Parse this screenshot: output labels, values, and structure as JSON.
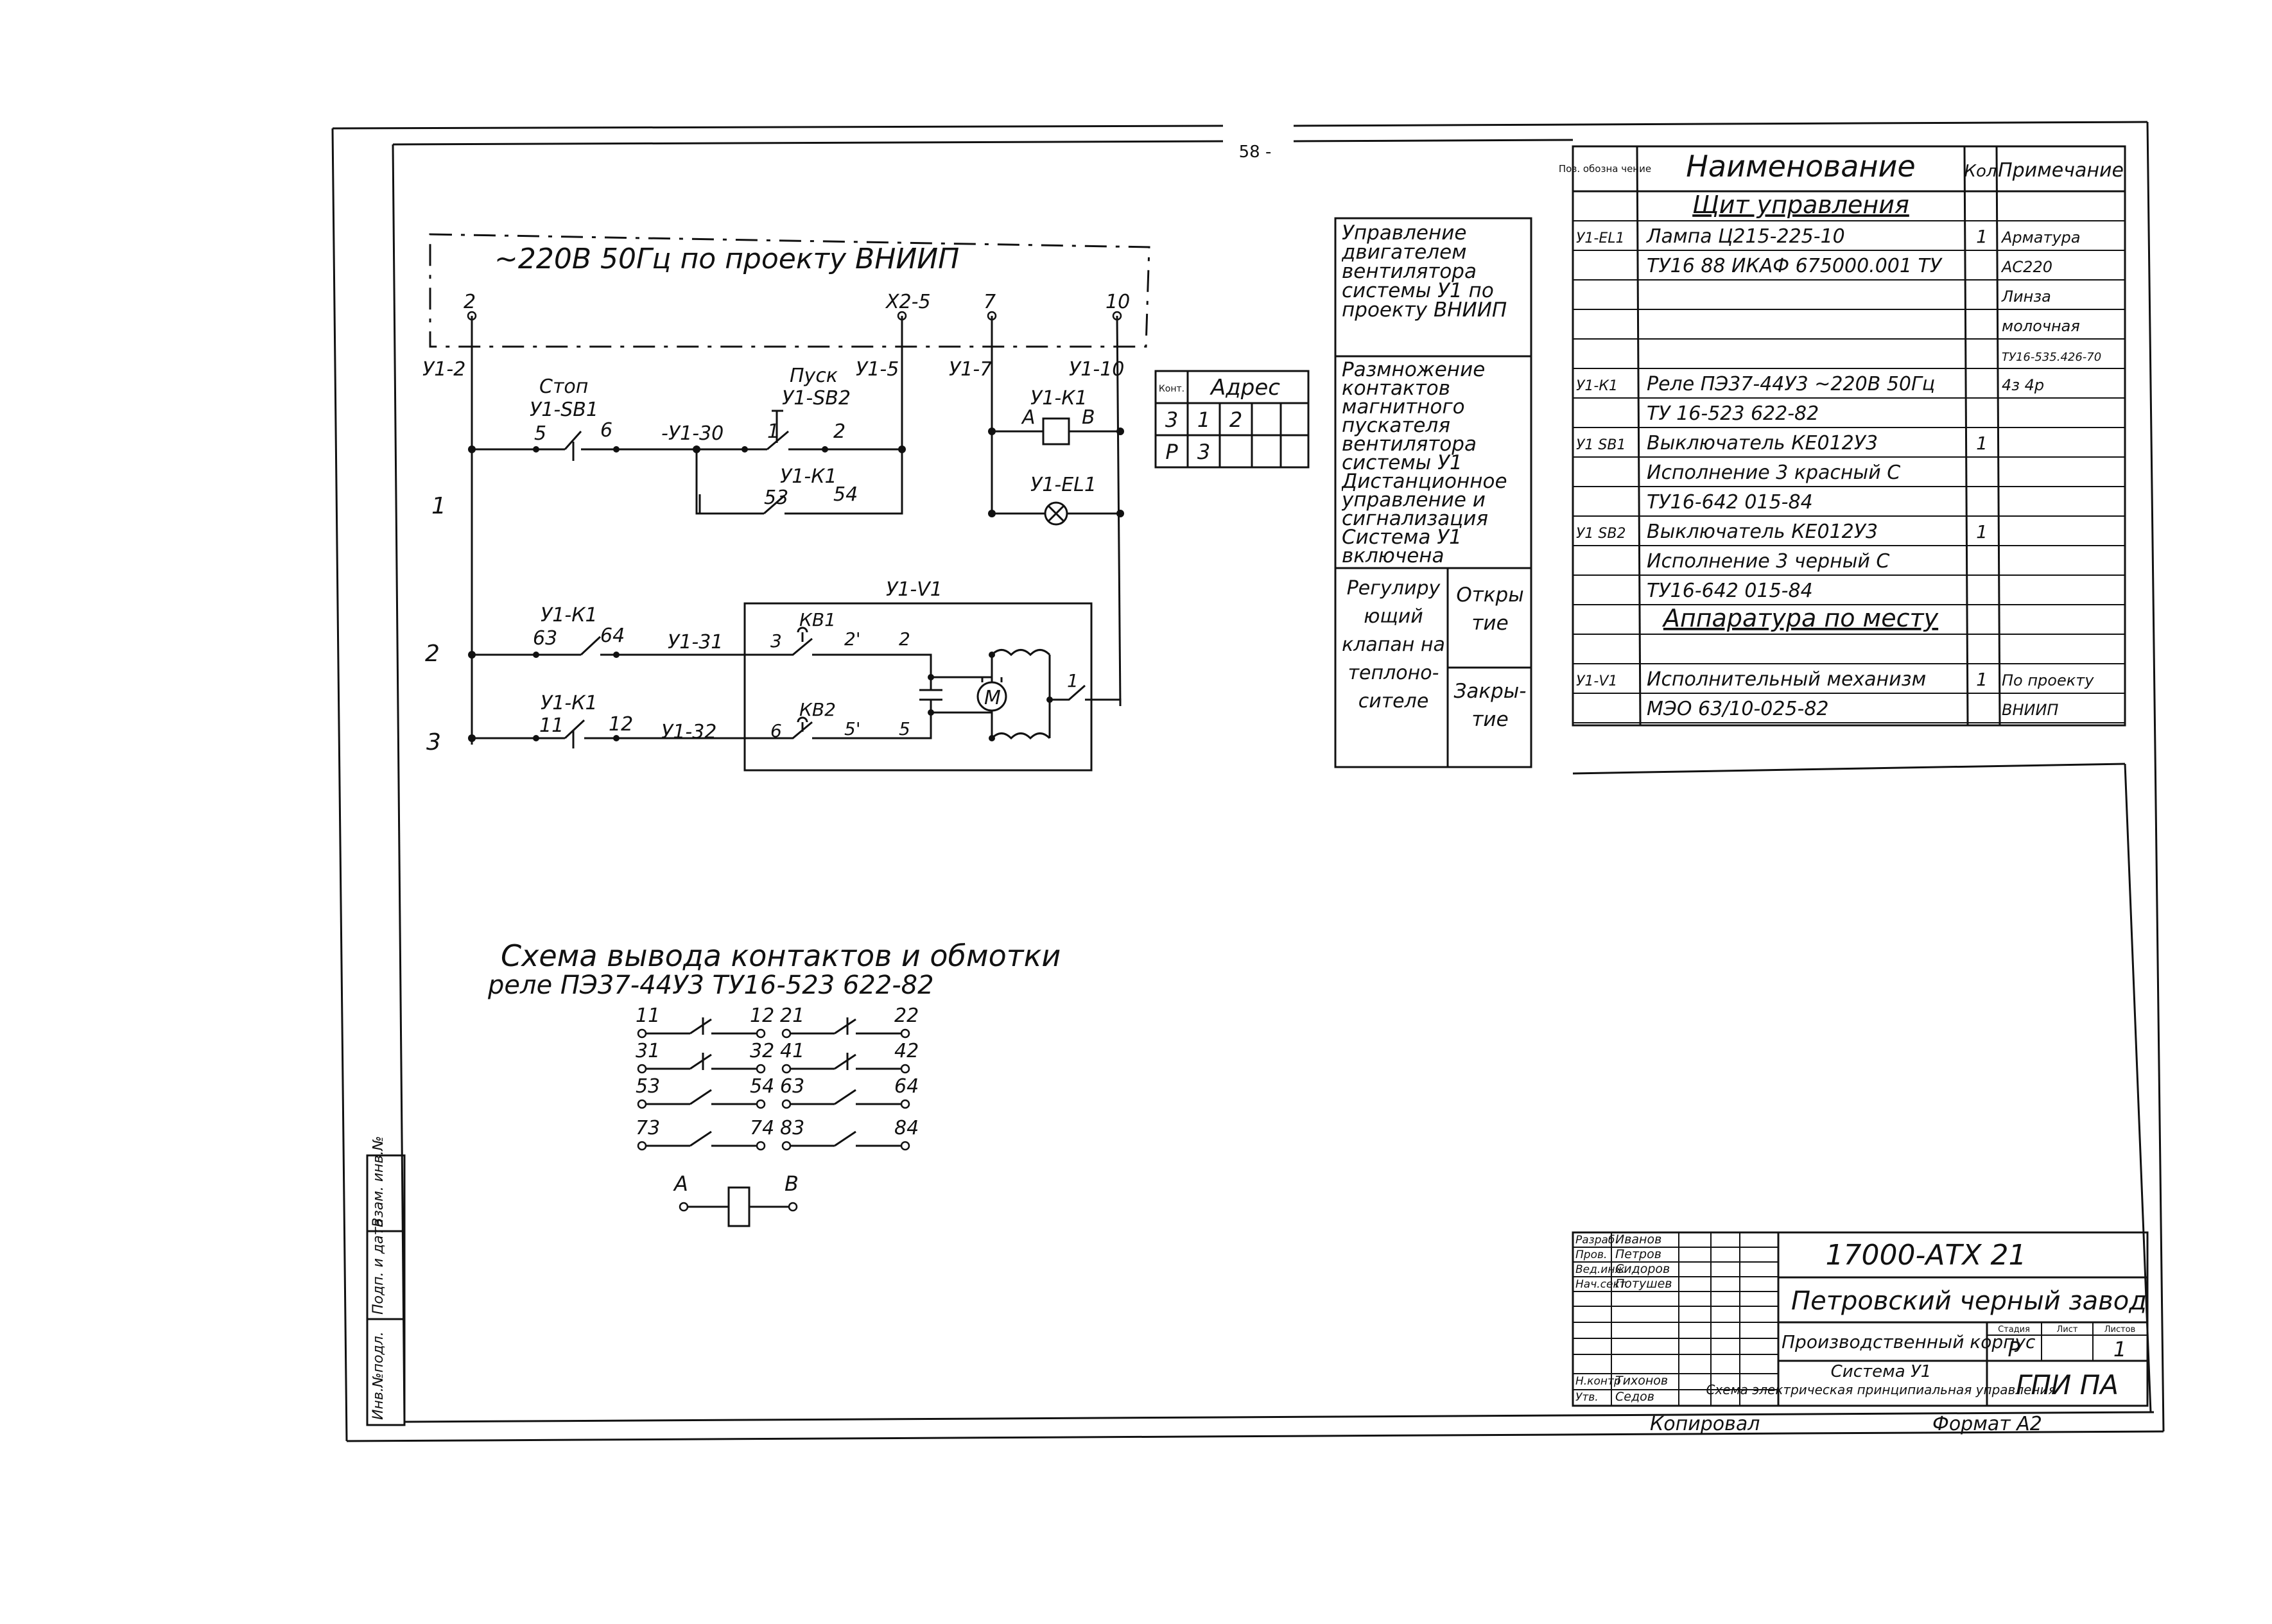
{
  "page_number": "58 -",
  "supply": {
    "title": "~220В 50Гц по проекту ВНИИП",
    "terminals": [
      "2",
      "Х2-5",
      "7",
      "10"
    ],
    "nodes": [
      "У1-2",
      "У1-5",
      "У1-7",
      "У1-10"
    ]
  },
  "rows": [
    "1",
    "2",
    "3"
  ],
  "circuit": {
    "stop_button": {
      "title": "Стоп",
      "ref": "У1-SB1",
      "pin_a": "5",
      "pin_b": "6"
    },
    "node_30": "-У1-30",
    "start_button": {
      "title": "Пуск",
      "ref": "У1-SB2",
      "pin_a": "1",
      "pin_b": "2"
    },
    "hold_contact": {
      "ref": "У1-К1",
      "pin_a": "53",
      "pin_b": "54"
    },
    "relay_coil": {
      "ref": "У1-К1",
      "pin_a": "А",
      "pin_b": "В"
    },
    "lamp": {
      "ref": "У1-ЕL1"
    },
    "row2_contact": {
      "ref": "У1-К1",
      "pin_a": "63",
      "pin_b": "64",
      "node": "У1-31"
    },
    "row3_contact": {
      "ref": "У1-К1",
      "pin_a": "11",
      "pin_b": "12",
      "node": "У1-32"
    },
    "actuator": {
      "ref": "У1-V1",
      "kb1": "КВ1",
      "kb2": "КВ2",
      "kb1_pins": [
        "3",
        "2'",
        "2"
      ],
      "kb2_pins": [
        "6",
        "5'",
        "5"
      ],
      "motor": "М",
      "out_pin": "1"
    }
  },
  "address_table": {
    "col1": "Конт.",
    "col2": "Адрес",
    "rows": [
      [
        "3",
        "1",
        "2"
      ],
      [
        "Р",
        "3",
        ""
      ]
    ]
  },
  "function_table": [
    "Управление двигателем вентилятора системы У1 по проекту ВНИИП",
    "Размножение контактов магнитного пускателя вентилятора системы У1 Дистанционное управление и сигнализация Система У1 включена"
  ],
  "valve_table": {
    "label": "Регулирующий клапан на теплоно-сителе",
    "open": "Откры тие",
    "close": "Закры-тие"
  },
  "spec_table": {
    "headers": {
      "pos": "Поз. обозна чение",
      "name": "Наименование",
      "qty": "Кол",
      "note": "Примечание"
    },
    "rows": [
      {
        "pos": "",
        "name": "Щит управления",
        "qty": "",
        "note": "",
        "style": "section"
      },
      {
        "pos": "У1-ЕL1",
        "name": "Лампа Ц215-225-10",
        "qty": "1",
        "note": "Арматура"
      },
      {
        "pos": "",
        "name": "ТУ16 88 ИКАФ 675000.001 ТУ",
        "qty": "",
        "note": "АС220"
      },
      {
        "pos": "",
        "name": "",
        "qty": "",
        "note": "Линза"
      },
      {
        "pos": "",
        "name": "",
        "qty": "",
        "note": "молочная"
      },
      {
        "pos": "",
        "name": "",
        "qty": "",
        "note": "ТУ16-535.426-70"
      },
      {
        "pos": "У1-К1",
        "name": "Реле ПЭ37-44У3 ~220В 50Гц",
        "qty": "",
        "note": "4з 4р"
      },
      {
        "pos": "",
        "name": "ТУ 16-523 622-82",
        "qty": "",
        "note": ""
      },
      {
        "pos": "У1 SB1",
        "name": "Выключатель КЕ012У3",
        "qty": "1",
        "note": ""
      },
      {
        "pos": "",
        "name": "Исполнение 3 красный С",
        "qty": "",
        "note": ""
      },
      {
        "pos": "",
        "name": "ТУ16-642 015-84",
        "qty": "",
        "note": ""
      },
      {
        "pos": "У1 SB2",
        "name": "Выключатель КЕ012У3",
        "qty": "1",
        "note": ""
      },
      {
        "pos": "",
        "name": "Исполнение 3 черный С",
        "qty": "",
        "note": ""
      },
      {
        "pos": "",
        "name": "ТУ16-642 015-84",
        "qty": "",
        "note": ""
      },
      {
        "pos": "",
        "name": "Аппаратура по месту",
        "qty": "",
        "note": "",
        "style": "section"
      },
      {
        "pos": "",
        "name": "",
        "qty": "",
        "note": ""
      },
      {
        "pos": "У1-V1",
        "name": "Исполнительный механизм",
        "qty": "1",
        "note": "По проекту"
      },
      {
        "pos": "",
        "name": "МЭО 63/10-025-82",
        "qty": "",
        "note": "ВНИИП"
      }
    ]
  },
  "relay_scheme": {
    "title_line1": "Схема вывода контактов и обмотки",
    "title_line2": "реле ПЭ37-44У3 ТУ16-523 622-82",
    "left": [
      [
        "11",
        "12"
      ],
      [
        "31",
        "32"
      ],
      [
        "53",
        "54"
      ],
      [
        "73",
        "74"
      ]
    ],
    "right": [
      [
        "21",
        "22"
      ],
      [
        "41",
        "42"
      ],
      [
        "63",
        "64"
      ],
      [
        "83",
        "84"
      ]
    ],
    "coil": [
      "А",
      "В"
    ]
  },
  "side_stamp": [
    "Инв.№подл.",
    "Подп. и дата",
    "Взам. инв.№"
  ],
  "title_block": {
    "doc_code": "17000-АТХ 21",
    "plant": "Петровский черный завод",
    "building": "Производственный корпус",
    "system": "Система У1",
    "sheet_title": "Схема электрическая принципиальная управления",
    "stage_label": "Стадия",
    "sheet_label": "Лист",
    "sheets_label": "Листов",
    "stage": "Р",
    "sheets": "1",
    "org": "ГПИ ПА",
    "copied": "Копировал",
    "format": "Формат А2",
    "signatures": [
      [
        "Разраб",
        "Иванов"
      ],
      [
        "Пров.",
        "Петров"
      ],
      [
        "Вед.инж",
        "Сидоров"
      ],
      [
        "Нач.сект",
        "Потушев"
      ],
      [
        "Н.контр",
        "Тихонов"
      ],
      [
        "Утв.",
        "Седов"
      ]
    ]
  }
}
